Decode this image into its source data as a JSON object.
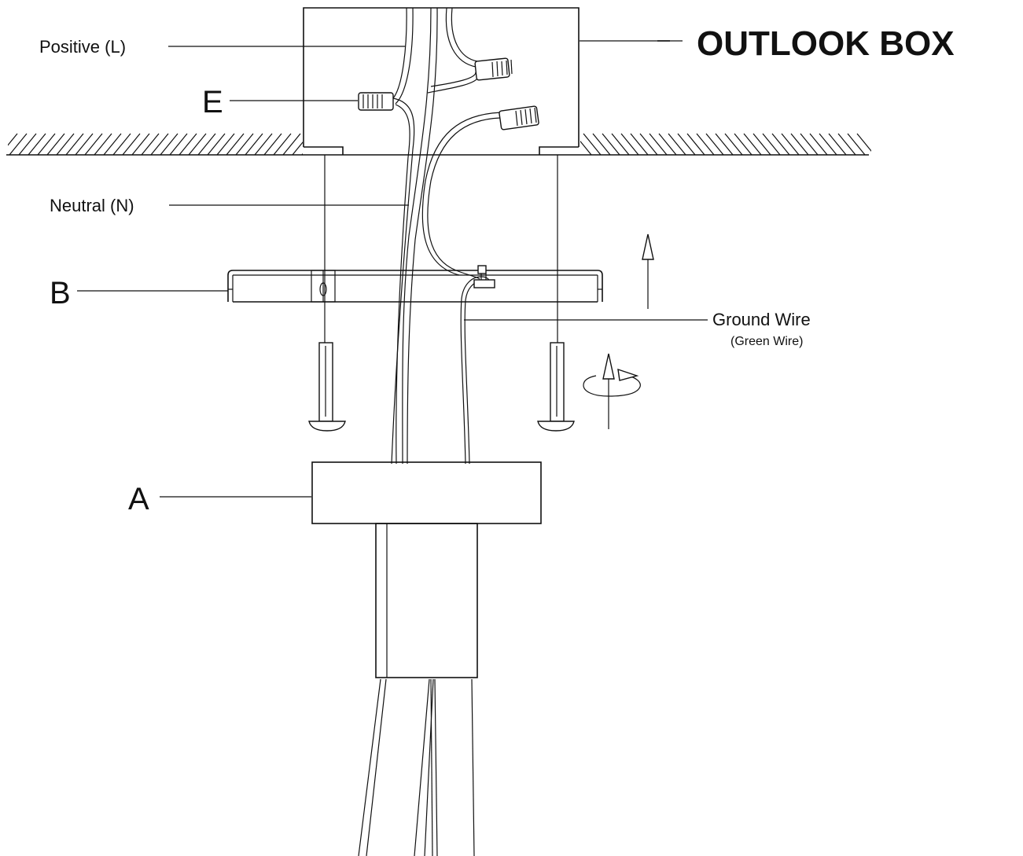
{
  "labels": {
    "outlook_box": "OUTLOOK BOX",
    "positive": "Positive (L)",
    "neutral": "Neutral (N)",
    "ground_wire": "Ground Wire",
    "ground_wire_note": "(Green Wire)",
    "part_e": "E",
    "part_b": "B",
    "part_a": "A"
  }
}
